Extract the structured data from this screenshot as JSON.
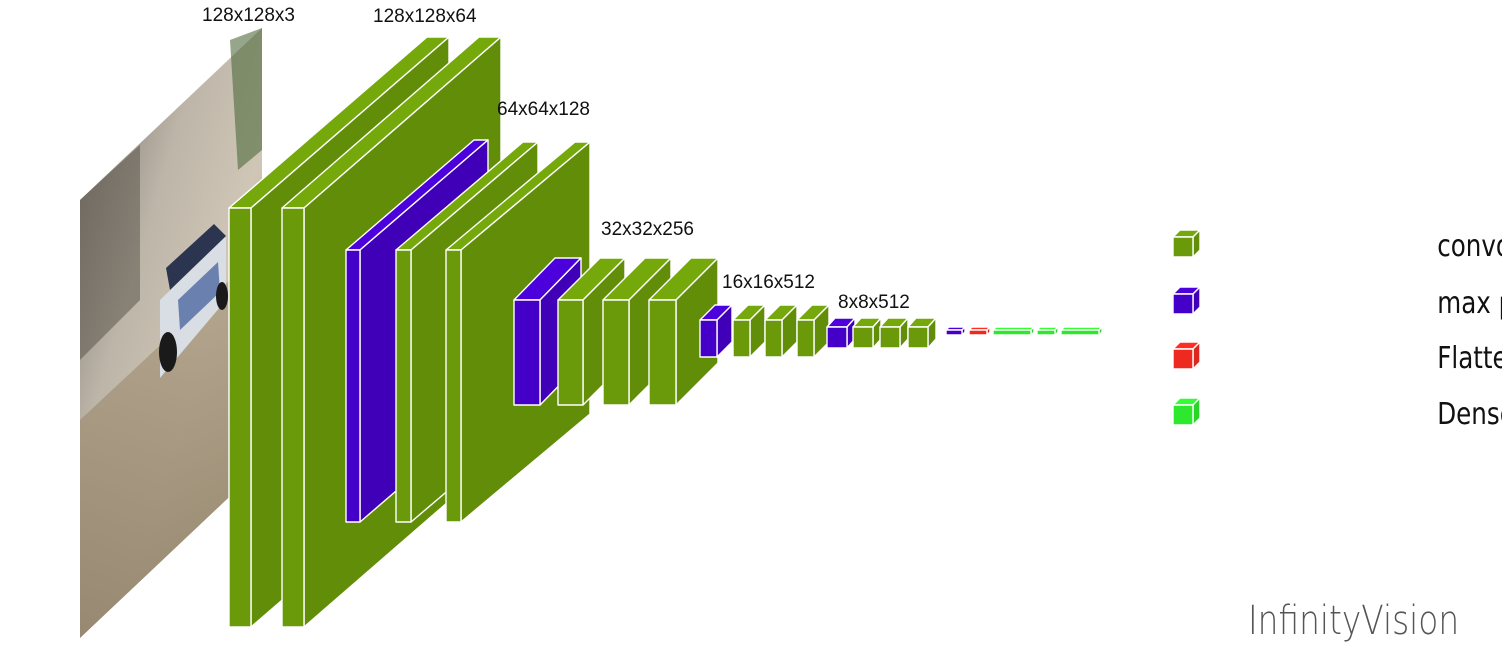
{
  "colors": {
    "convolution": "#6a990a",
    "max_pooling": "#4400c8",
    "flatten": "#ee2a20",
    "dense": "#2de82d",
    "edge": "#ffffff"
  },
  "dims": {
    "input": "128x128x3",
    "block1": "128x128x64",
    "block2": "64x64x128",
    "block3": "32x32x256",
    "block4": "16x16x512",
    "block5": "8x8x512"
  },
  "legend": [
    {
      "type": "convolution",
      "label": "convolution + ReLU"
    },
    {
      "type": "max_pooling",
      "label": "max pooling"
    },
    {
      "type": "flatten",
      "label": "Flatten"
    },
    {
      "type": "dense",
      "label": "Dense + ReLU"
    }
  ],
  "layers": [
    "convolution",
    "convolution",
    "max_pooling",
    "convolution",
    "convolution",
    "max_pooling",
    "convolution",
    "convolution",
    "convolution",
    "max_pooling",
    "convolution",
    "convolution",
    "convolution",
    "max_pooling",
    "convolution",
    "convolution",
    "convolution",
    "max_pooling",
    "flatten",
    "dense",
    "dense",
    "dense"
  ],
  "brand": "InfinityVision"
}
